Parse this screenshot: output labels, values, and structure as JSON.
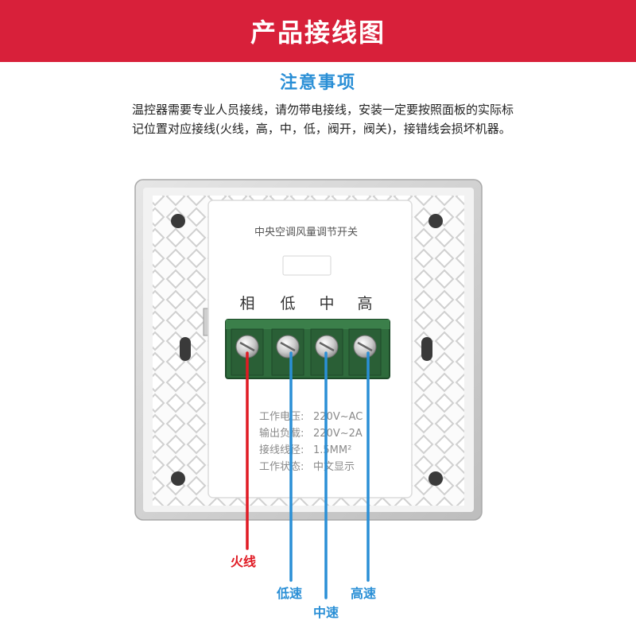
{
  "header": {
    "title": "产品接线图"
  },
  "notice": {
    "title": "注意事项",
    "body": "温控器需要专业人员接线，请勿带电接线，安装一定要按照面板的实际标记位置对应接线(火线，高，中，低，阀开，阀关)，接错线会损坏机器。"
  },
  "panel": {
    "label": "中央空调风量调节开关",
    "terminal_labels": [
      "相",
      "低",
      "中",
      "高"
    ],
    "specs": [
      {
        "name": "工作电压:",
        "value": "220V~AC"
      },
      {
        "name": "输出负载:",
        "value": "220V~2A"
      },
      {
        "name": "接线线径:",
        "value": "1.5MM²"
      },
      {
        "name": "工作状态:",
        "value": "中文显示"
      }
    ]
  },
  "wires": [
    {
      "label": "火线",
      "color": "#e01b24"
    },
    {
      "label": "低速",
      "color": "#2a8fd6"
    },
    {
      "label": "中速",
      "color": "#2a8fd6"
    },
    {
      "label": "高速",
      "color": "#2a8fd6"
    }
  ],
  "colors": {
    "banner": "#d8203a",
    "title_blue": "#2a8fd6",
    "terminal_green": "#2e6b3c"
  }
}
